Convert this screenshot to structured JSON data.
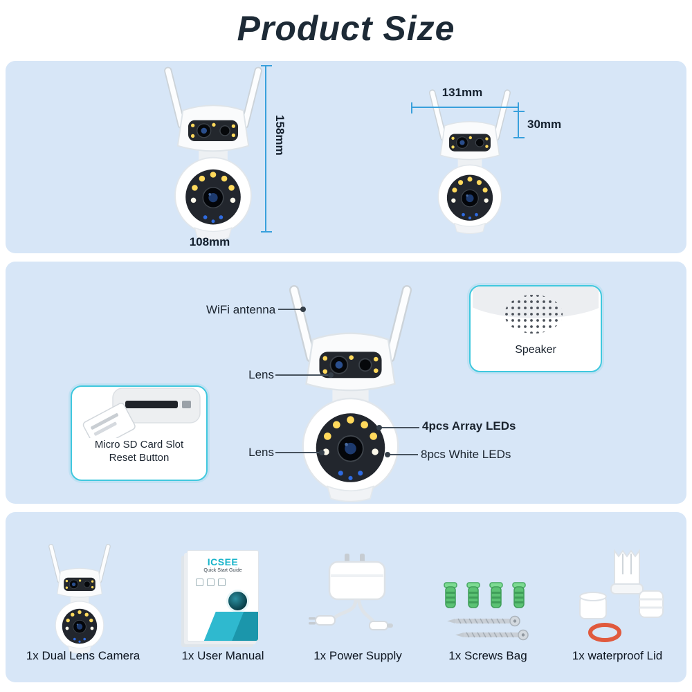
{
  "title": "Product Size",
  "size": {
    "height_label": "158mm",
    "width_label": "108mm",
    "top_width_label": "131mm",
    "depth_label": "30mm"
  },
  "features": {
    "wifi_antenna": "WiFi antenna",
    "lens_top": "Lens",
    "lens_bottom": "Lens",
    "speaker": "Speaker",
    "sd_line1": "Micro SD Card Slot",
    "sd_line2": "Reset Button",
    "array_leds": "4pcs Array LEDs",
    "white_leds": "8pcs White LEDs"
  },
  "package": {
    "manual_brand": "ICSEE",
    "manual_subtitle": "Quick Start Guide",
    "items": [
      {
        "label": "1x Dual Lens Camera"
      },
      {
        "label": "1x User Manual"
      },
      {
        "label": "1x Power Supply"
      },
      {
        "label": "1x Screws Bag"
      },
      {
        "label": "1x waterproof Lid"
      }
    ]
  },
  "icons": {
    "camera": "dual-lens-ptz-camera-illustration",
    "speaker": "speaker-grill-dots-illustration",
    "sd_card": "micro-sd-slot-illustration",
    "power": "power-supply-illustration",
    "screws": "screws-and-anchors-illustration",
    "lid": "waterproof-lid-illustration"
  },
  "colors": {
    "panel_bg": "#d7e6f7",
    "dimension_line": "#38a0dc",
    "callout_border": "#40c8de",
    "title_color": "#1d2a36",
    "led_yellow": "#ffd95c",
    "anchor_green": "#5cc274",
    "oring_orange": "#e0593d",
    "brand_teal": "#17b4ca"
  }
}
